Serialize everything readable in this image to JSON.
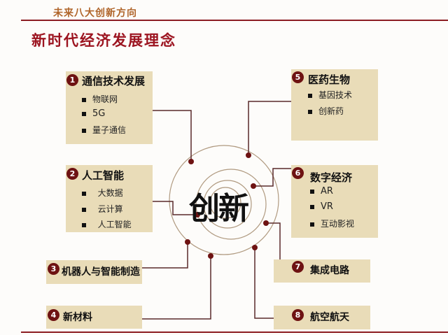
{
  "header": {
    "section": "未来八大创新方向",
    "title": "新时代经济发展理念"
  },
  "center": "创新",
  "colors": {
    "box": "#e9dcb8",
    "badge": "#6e1212",
    "line": "#5a2a2a",
    "accent": "#9c1420"
  },
  "boxes": [
    {
      "num": "1",
      "title": "通信技术发展",
      "items": [
        "物联网",
        "5G",
        "量子通信"
      ]
    },
    {
      "num": "2",
      "title": "人工智能",
      "items": [
        "大数据",
        "云计算",
        "人工智能"
      ]
    },
    {
      "num": "3",
      "title": "机器人与智能制造",
      "items": []
    },
    {
      "num": "4",
      "title": "新材料",
      "items": []
    },
    {
      "num": "5",
      "title": "医药生物",
      "items": [
        "基因技术",
        "创新药"
      ]
    },
    {
      "num": "6",
      "title": "数字经济",
      "items": [
        "AR",
        "VR",
        "互动影视"
      ]
    },
    {
      "num": "7",
      "title": "集成电路",
      "items": []
    },
    {
      "num": "8",
      "title": "航空航天",
      "items": []
    }
  ]
}
